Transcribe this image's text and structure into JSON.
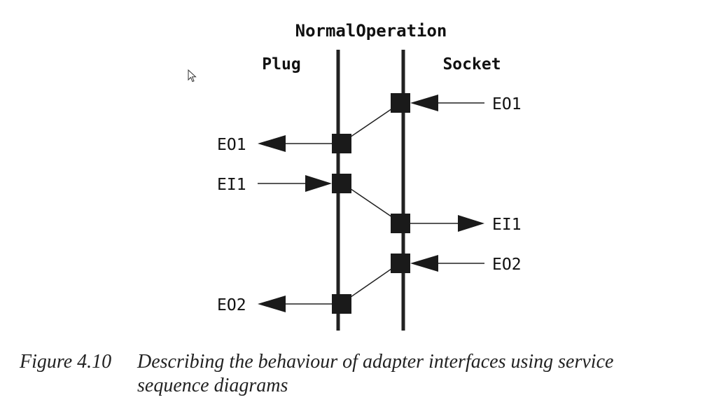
{
  "diagram": {
    "title": "NormalOperation",
    "lifelines": {
      "plug": "Plug",
      "socket": "Socket"
    },
    "signals": {
      "eo1_socket_in": "EO1",
      "eo1_plug_out": "EO1",
      "ei1_plug_in": "EI1",
      "ei1_socket_out": "EI1",
      "eo2_socket_in": "EO2",
      "eo2_plug_out": "EO2"
    }
  },
  "caption": {
    "label": "Figure 4.10",
    "text_line1": "Describing the behaviour of adapter interfaces using service",
    "text_line2": "sequence diagrams"
  }
}
